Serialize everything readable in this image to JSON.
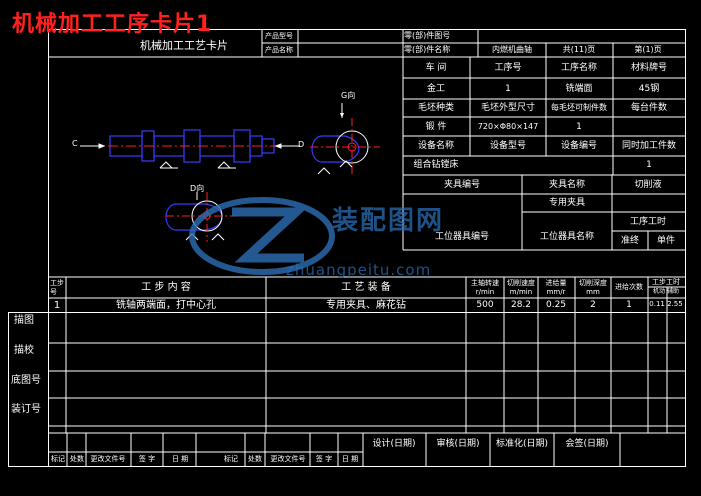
{
  "title": "机械加工工序卡片1",
  "card_name": "机械加工工艺卡片",
  "header": {
    "product_model_label": "产品型号",
    "product_name_label": "产品名称",
    "part_drawing_no_label": "零(部)件图号",
    "part_name_label": "零(部)件名称",
    "part_name_value": "内燃机曲轴",
    "total_pages": "共(11)页",
    "page_no": "第(1)页"
  },
  "info": {
    "workshop_label": "车 间",
    "step_no_label": "工序号",
    "step_name_label": "工序名称",
    "material_label": "材料牌号",
    "workshop_value": "金工",
    "step_no_value": "1",
    "step_name_value": "铣端面",
    "material_value": "45钢",
    "blank_type_label": "毛坯种类",
    "blank_size_label": "毛坯外型尺寸",
    "blank_pieces_label": "每毛坯可制件数",
    "pieces_per_unit_label": "每台件数",
    "blank_type_value": "锻 件",
    "blank_size_value": "720×Φ80×147",
    "blank_pieces_value": "1",
    "equipment_name_label": "设备名称",
    "equipment_model_label": "设备型号",
    "equipment_no_label": "设备编号",
    "simultaneous_label": "同时加工件数",
    "combined_machine_label": "组合钻镗床",
    "simultaneous_value": "1",
    "fixture_no_label": "夹具编号",
    "fixture_name_label": "夹具名称",
    "coolant_label": "切削液",
    "fixture_name_value": "专用夹具",
    "station_tool_no_label": "工位器具编号",
    "station_tool_name_label": "工位器具名称",
    "step_time_label": "工序工时",
    "prep_label": "准终",
    "unit_label": "单件"
  },
  "drawing": {
    "label_c_left": "C",
    "label_d_right": "D",
    "label_g_view": "G向",
    "label_d_view": "D向"
  },
  "steps": {
    "headers": {
      "step_no": "工步号",
      "step_content": "工 步 内 容",
      "equipment": "工 艺 装 备",
      "spindle_speed": "主轴转速",
      "spindle_speed_unit": "r/min",
      "cutting_speed": "切削速度",
      "cutting_speed_unit": "m/min",
      "feed": "进给量",
      "feed_unit": "mm/r",
      "depth": "切削深度",
      "depth_unit": "mm",
      "passes": "进给次数",
      "time": "工步工时",
      "time_sub": "机动 辅助"
    },
    "rows": [
      {
        "no": "1",
        "content": "铣轴两端面，打中心孔",
        "equipment": "专用夹具、麻花钻",
        "spindle_speed": "500",
        "cutting_speed": "28.2",
        "feed": "0.25",
        "depth": "2",
        "passes": "1",
        "time": "0.11 2.55"
      }
    ]
  },
  "side_labels": {
    "trace": "描图",
    "check": "描校",
    "bottom_no": "底图号",
    "bind_no": "装订号"
  },
  "signoff": {
    "design": "设计(日期)",
    "review": "审核(日期)",
    "standard": "标准化(日期)",
    "approve": "会签(日期)"
  },
  "footer": {
    "mark1": "标记",
    "count1": "处数",
    "doc1": "更改文件号",
    "sign1": "签 字",
    "date1": "日 期",
    "mark2": "标记",
    "count2": "处数",
    "doc2": "更改文件号",
    "sign2": "签 字",
    "date2": "日 期"
  },
  "watermark": {
    "logo_text": "装配图网",
    "url": "zhuangpeitu.com"
  },
  "colors": {
    "background": "#000000",
    "lines": "#ffffff",
    "title_red": "#ff2020",
    "part_blue": "#3a3aff",
    "center_red": "#ff2020",
    "watermark_blue": "#2c6eb4"
  }
}
